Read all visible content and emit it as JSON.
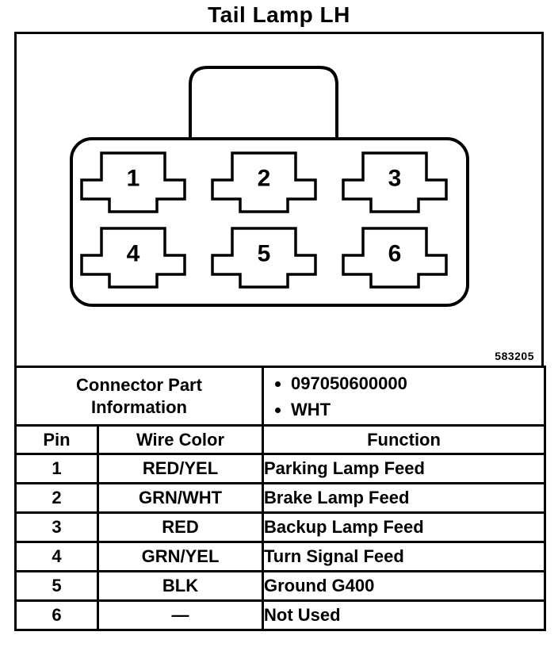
{
  "page": {
    "title": "Tail Lamp LH",
    "diagram_number": "583205"
  },
  "connector": {
    "pin_labels": [
      "1",
      "2",
      "3",
      "4",
      "5",
      "6"
    ]
  },
  "part_info": {
    "label": "Connector Part Information",
    "bullets": [
      "097050600000",
      "WHT"
    ]
  },
  "pinout": {
    "headers": [
      "Pin",
      "Wire Color",
      "Function"
    ],
    "rows": [
      {
        "pin": "1",
        "wire_color": "RED/YEL",
        "function": "Parking Lamp Feed"
      },
      {
        "pin": "2",
        "wire_color": "GRN/WHT",
        "function": "Brake Lamp Feed"
      },
      {
        "pin": "3",
        "wire_color": "RED",
        "function": "Backup Lamp Feed"
      },
      {
        "pin": "4",
        "wire_color": "GRN/YEL",
        "function": "Turn Signal Feed"
      },
      {
        "pin": "5",
        "wire_color": "BLK",
        "function": "Ground G400"
      },
      {
        "pin": "6",
        "wire_color": "—",
        "function": "Not Used"
      }
    ]
  }
}
